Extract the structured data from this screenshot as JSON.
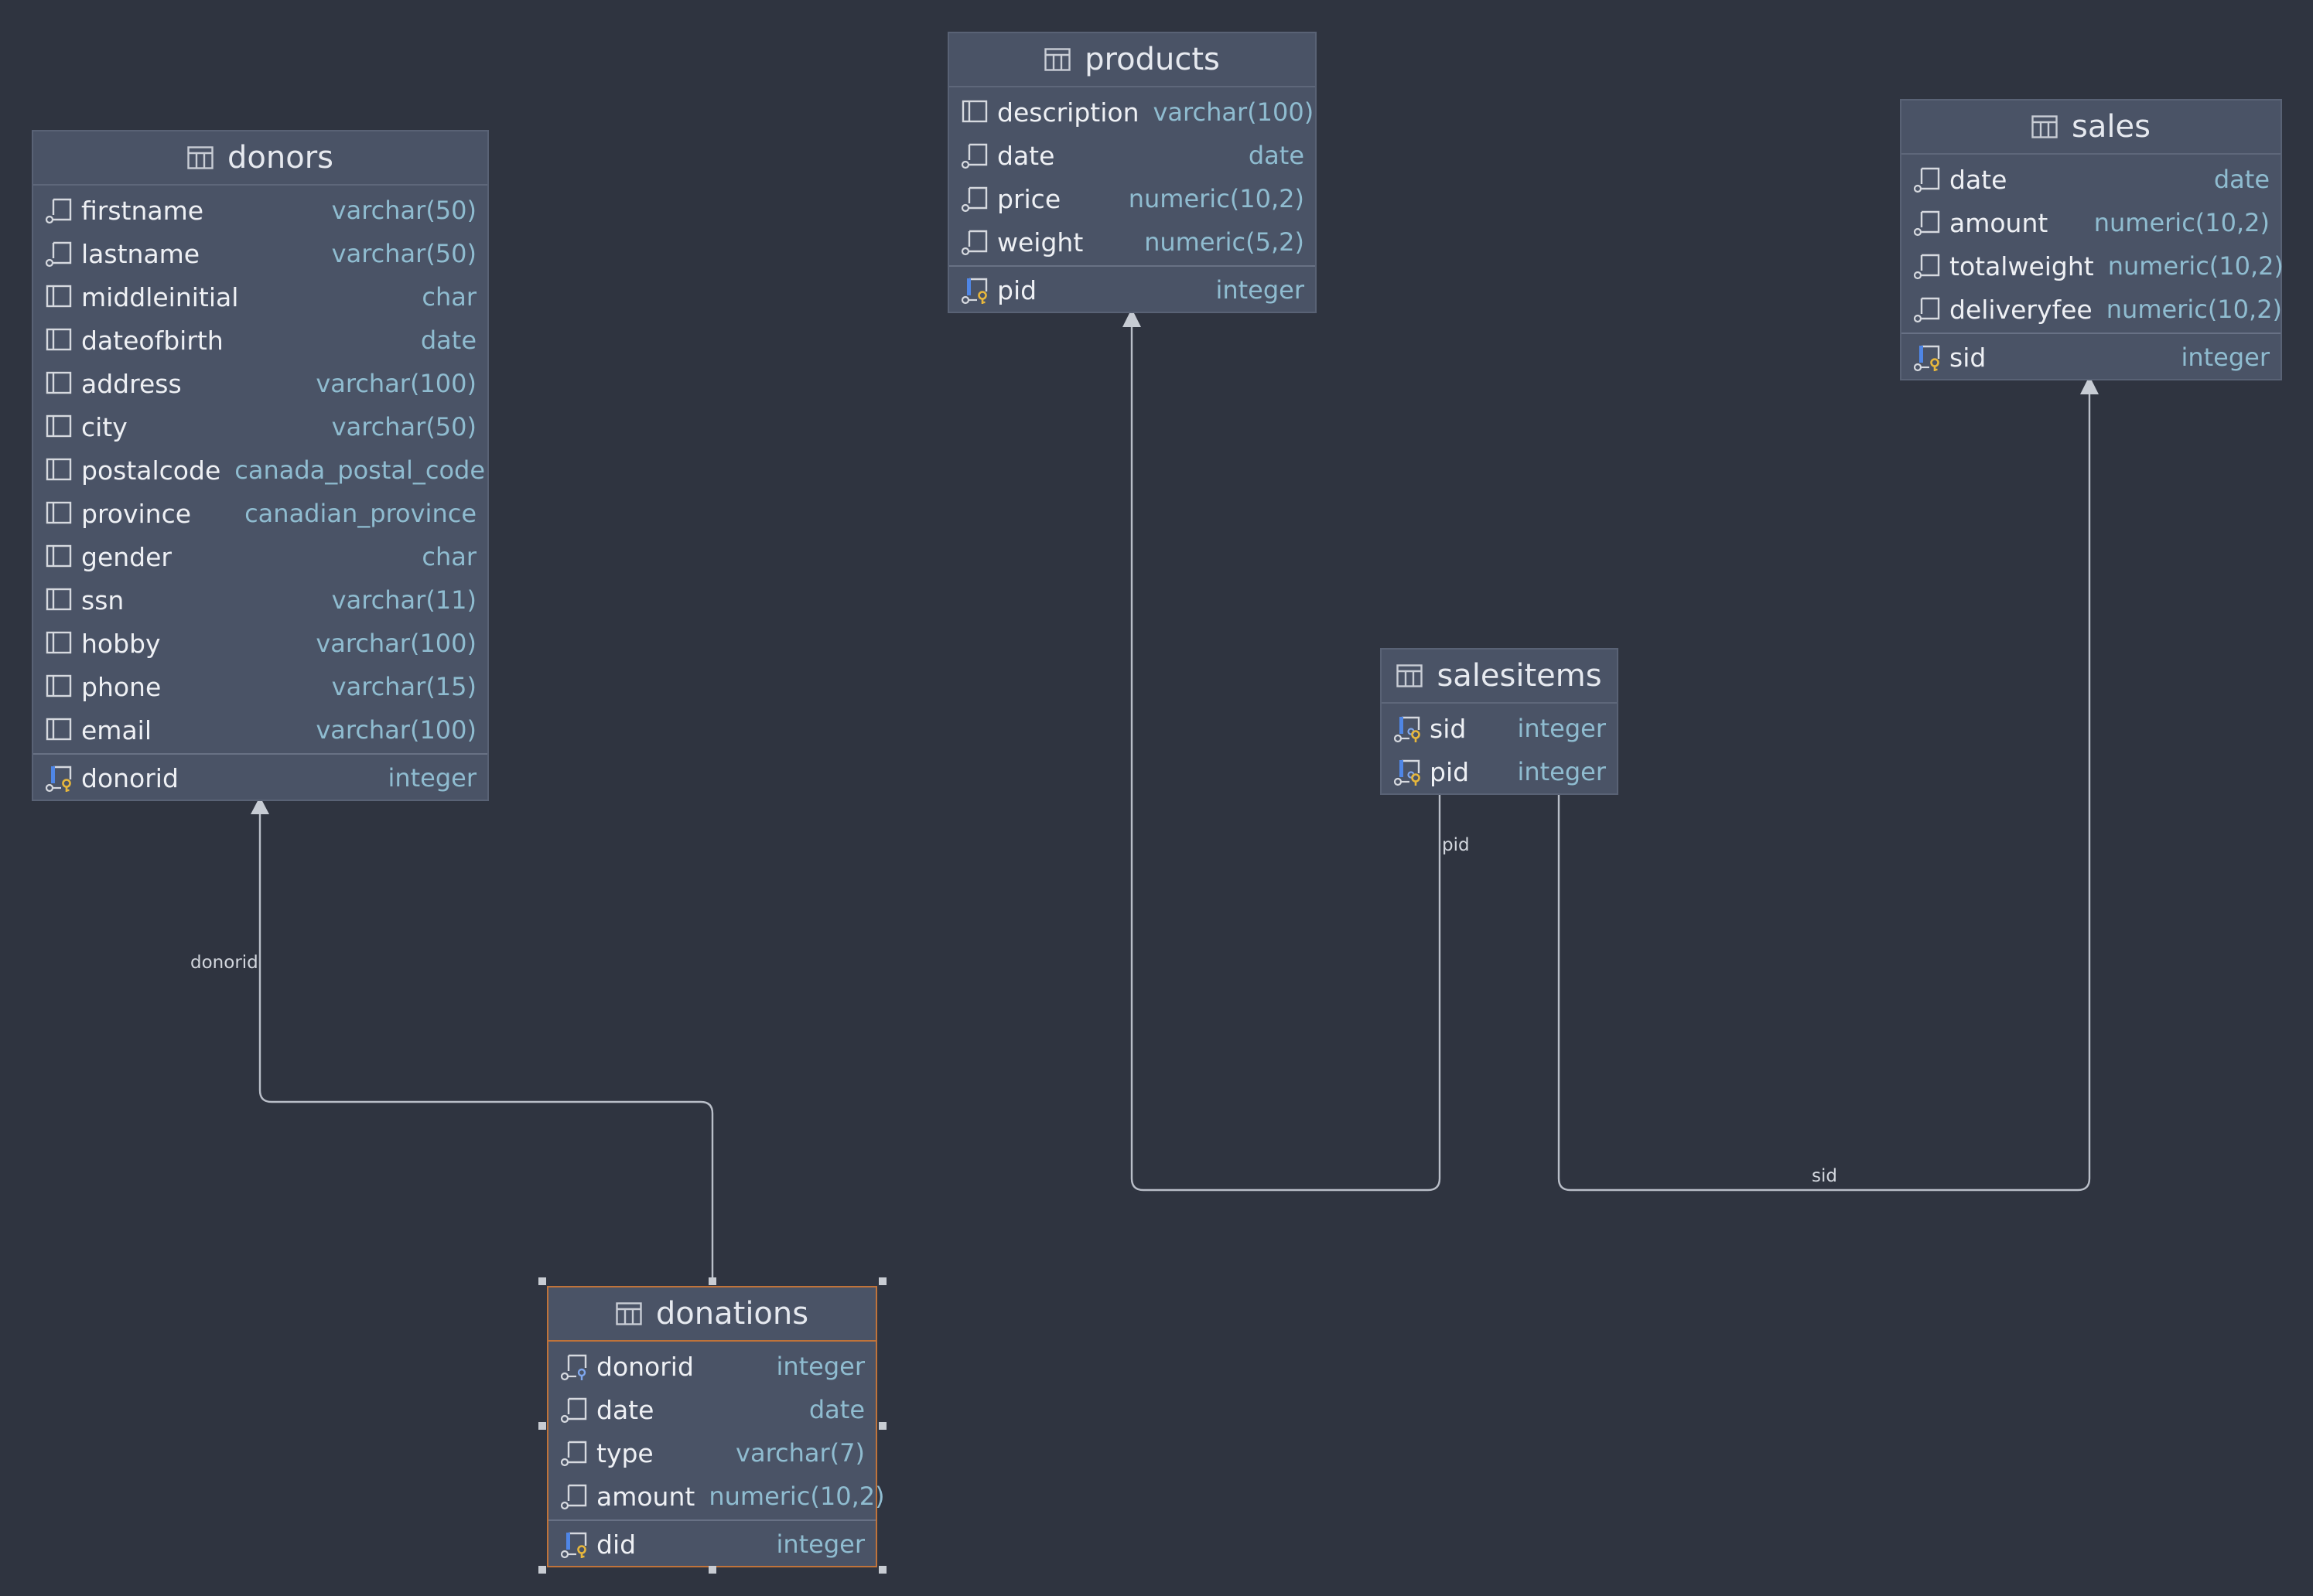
{
  "tables": {
    "donors": {
      "name": "donors",
      "columns": [
        {
          "name": "firstname",
          "type": "varchar(50)",
          "icon": "nullable-column-icon"
        },
        {
          "name": "lastname",
          "type": "varchar(50)",
          "icon": "nullable-column-icon"
        },
        {
          "name": "middleinitial",
          "type": "char",
          "icon": "column-icon"
        },
        {
          "name": "dateofbirth",
          "type": "date",
          "icon": "column-icon"
        },
        {
          "name": "address",
          "type": "varchar(100)",
          "icon": "column-icon"
        },
        {
          "name": "city",
          "type": "varchar(50)",
          "icon": "column-icon"
        },
        {
          "name": "postalcode",
          "type": "canada_postal_code",
          "icon": "column-icon"
        },
        {
          "name": "province",
          "type": "canadian_province",
          "icon": "column-icon"
        },
        {
          "name": "gender",
          "type": "char",
          "icon": "column-icon"
        },
        {
          "name": "ssn",
          "type": "varchar(11)",
          "icon": "column-icon"
        },
        {
          "name": "hobby",
          "type": "varchar(100)",
          "icon": "column-icon"
        },
        {
          "name": "phone",
          "type": "varchar(15)",
          "icon": "column-icon"
        },
        {
          "name": "email",
          "type": "varchar(100)",
          "icon": "column-icon"
        }
      ],
      "pk": {
        "name": "donorid",
        "type": "integer",
        "icon": "primary-key-icon"
      }
    },
    "products": {
      "name": "products",
      "columns": [
        {
          "name": "description",
          "type": "varchar(100)",
          "icon": "column-icon"
        },
        {
          "name": "date",
          "type": "date",
          "icon": "nullable-column-icon"
        },
        {
          "name": "price",
          "type": "numeric(10,2)",
          "icon": "nullable-column-icon"
        },
        {
          "name": "weight",
          "type": "numeric(5,2)",
          "icon": "nullable-column-icon"
        }
      ],
      "pk": {
        "name": "pid",
        "type": "integer",
        "icon": "primary-key-icon"
      }
    },
    "sales": {
      "name": "sales",
      "columns": [
        {
          "name": "date",
          "type": "date",
          "icon": "nullable-column-icon"
        },
        {
          "name": "amount",
          "type": "numeric(10,2)",
          "icon": "nullable-column-icon"
        },
        {
          "name": "totalweight",
          "type": "numeric(10,2)",
          "icon": "nullable-column-icon"
        },
        {
          "name": "deliveryfee",
          "type": "numeric(10,2)",
          "icon": "nullable-column-icon"
        }
      ],
      "pk": {
        "name": "sid",
        "type": "integer",
        "icon": "primary-key-icon"
      }
    },
    "salesitems": {
      "name": "salesitems",
      "columns": [
        {
          "name": "sid",
          "type": "integer",
          "icon": "primary-foreign-key-icon"
        },
        {
          "name": "pid",
          "type": "integer",
          "icon": "primary-foreign-key-icon"
        }
      ]
    },
    "donations": {
      "name": "donations",
      "columns": [
        {
          "name": "donorid",
          "type": "integer",
          "icon": "foreign-key-icon"
        },
        {
          "name": "date",
          "type": "date",
          "icon": "nullable-column-icon"
        },
        {
          "name": "type",
          "type": "varchar(7)",
          "icon": "nullable-column-icon"
        },
        {
          "name": "amount",
          "type": "numeric(10,2)",
          "icon": "nullable-column-icon"
        }
      ],
      "pk": {
        "name": "did",
        "type": "integer",
        "icon": "primary-key-icon"
      }
    }
  },
  "relations": {
    "donorid": "donorid",
    "pid": "pid",
    "sid": "sid"
  },
  "colors": {
    "background": "#2f3440",
    "table_fill": "#4a5366",
    "type_text": "#8fbcd0",
    "selected_border": "#c0733a",
    "key_icon": "#e7b73c",
    "pk_icon_bar": "#4f86e6"
  }
}
